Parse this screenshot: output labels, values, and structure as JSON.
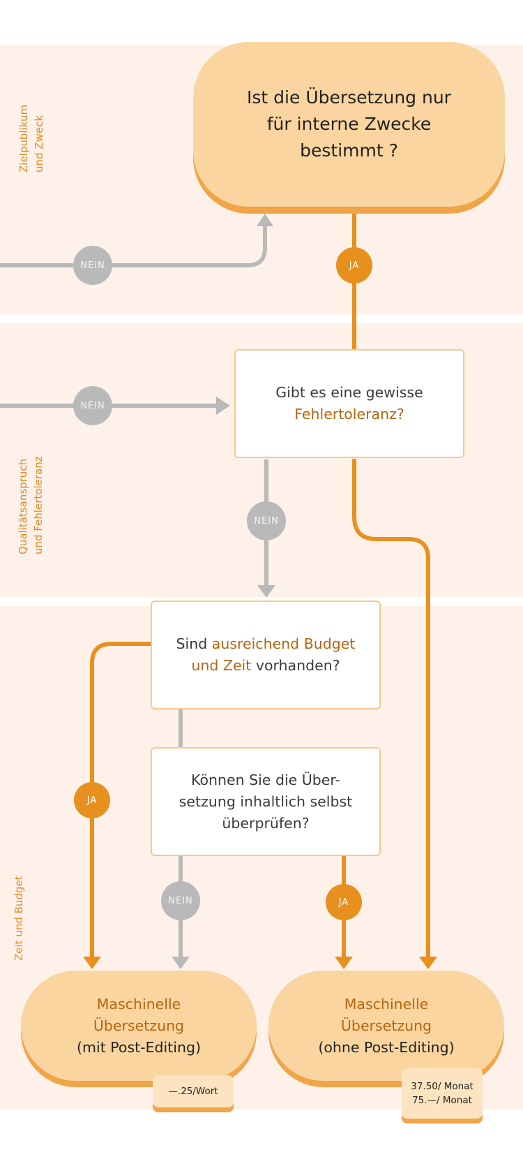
{
  "sections": {
    "zielpublikum": "Zielpublikum\nund Zweck",
    "qualitaet": "Qualitätsanspruch\nund Fehlertoleranz",
    "zeit": "Zeit und Budget"
  },
  "questions": {
    "q1": "Ist die Übersetzung nur für interne Zwecke bestimmt ?",
    "q2_a": "Gibt es eine gewisse",
    "q2_b": "Fehlertoleranz?",
    "q3_a": "Sind ",
    "q3_b": "ausreichend Budget und Zeit",
    "q3_c": " vorhanden?",
    "q4": "Können Sie die Über-setzung inhaltlich selbst überprüfen?"
  },
  "answers": {
    "yes": "JA",
    "no": "NEIN"
  },
  "outcomes": {
    "left_title": "Maschinelle Übersetzung",
    "left_sub": "(mit Post-Editing)",
    "left_price": "—.25/Wort",
    "right_title": "Maschinelle Übersetzung",
    "right_sub": "(ohne Post-Editing)",
    "right_price_1": "37.50/ Monat",
    "right_price_2": "75.—/ Monat"
  },
  "colors": {
    "orange": "#e8901e",
    "gray": "#b9b9b9",
    "light_orange": "#fbd59f",
    "band": "#fdf1ea"
  }
}
